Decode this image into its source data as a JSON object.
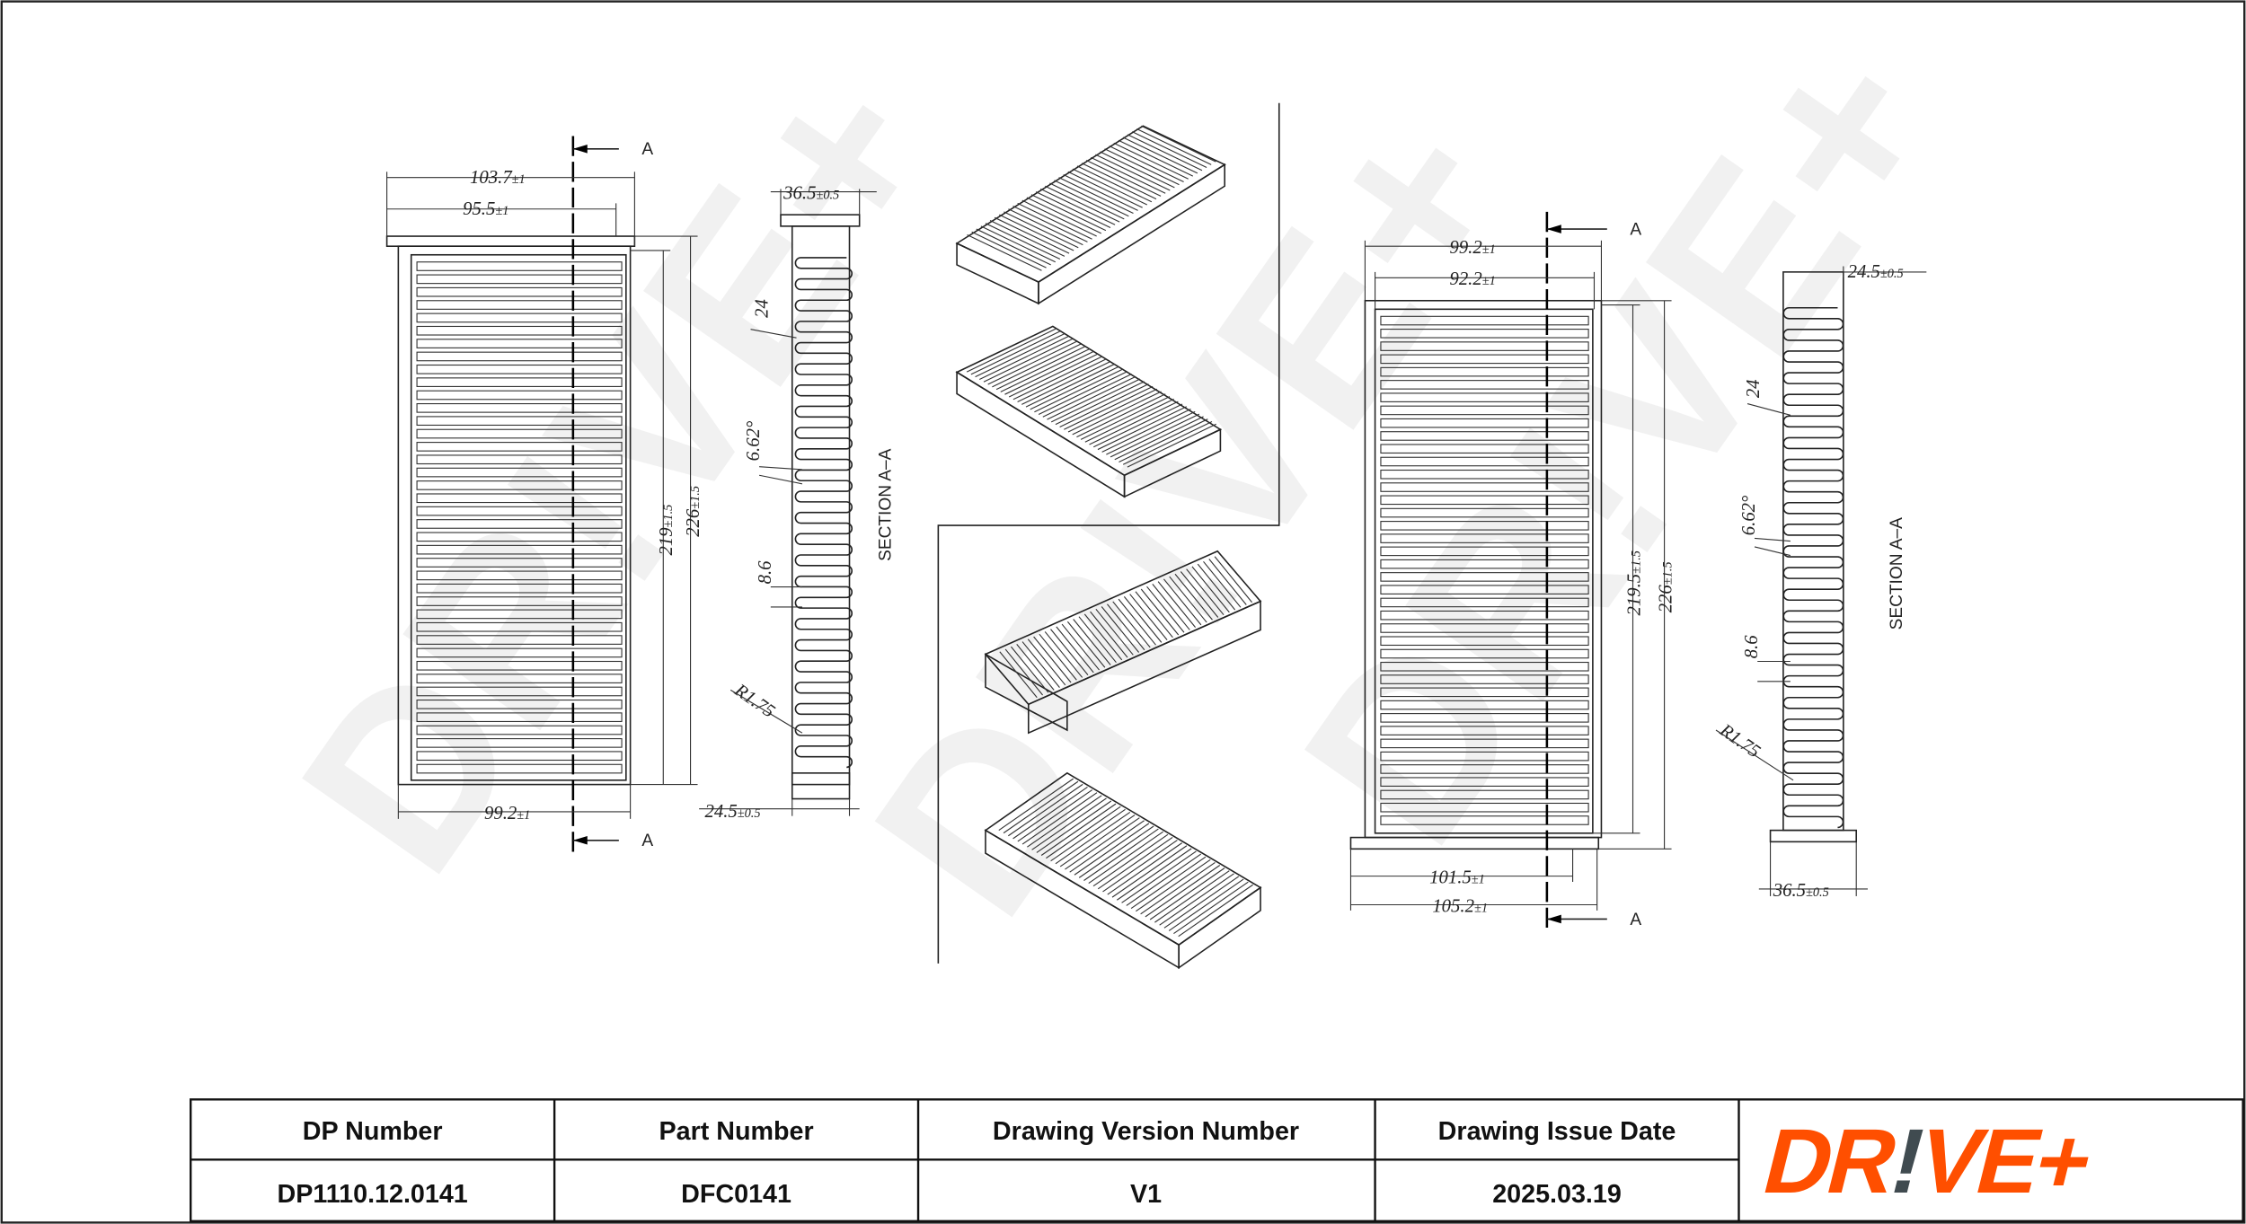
{
  "views": {
    "left_front": {
      "width_overall": "103.7",
      "width_overall_tol": "±1",
      "width_inner": "95.5",
      "width_inner_tol": "±1",
      "width_bottom": "99.2",
      "width_bottom_tol": "±1",
      "height_inner": "219",
      "height_inner_tol": "±1.5",
      "height_overall": "226",
      "height_overall_tol": "±1.5",
      "section_mark": "A"
    },
    "left_section": {
      "title": "SECTION A–A",
      "top_width": "36.5",
      "top_width_tol": "±0.5",
      "pleat_count": "24",
      "angle": "6.62°",
      "pitch": "8.6",
      "radius": "R1.75",
      "bottom_width": "24.5",
      "bottom_width_tol": "±0.5"
    },
    "right_front": {
      "width_top": "99.2",
      "width_top_tol": "±1",
      "width_inner": "92.2",
      "width_inner_tol": "±1",
      "width_bottom_inner": "101.5",
      "width_bottom_inner_tol": "±1",
      "width_bottom": "105.2",
      "width_bottom_tol": "±1",
      "height_inner": "219.5",
      "height_inner_tol": "±1.5",
      "height_overall": "226",
      "height_overall_tol": "±1.5",
      "section_mark": "A"
    },
    "right_section": {
      "title": "SECTION A–A",
      "top_width": "24.5",
      "top_width_tol": "±0.5",
      "pleat_count": "24",
      "angle": "6.62°",
      "pitch": "8.6",
      "radius": "R1.75",
      "bottom_width": "36.5",
      "bottom_width_tol": "±0.5"
    }
  },
  "title_block": {
    "headers": [
      "DP Number",
      "Part Number",
      "Drawing Version Number",
      "Drawing Issue Date"
    ],
    "values": [
      "DP1110.12.0141",
      "DFC0141",
      "V1",
      "2025.03.19"
    ]
  },
  "logo": {
    "text": "DR!VE+",
    "primary_color": "#ff4f00",
    "accent_color": "#404b50"
  },
  "watermark": "DR!VE+"
}
